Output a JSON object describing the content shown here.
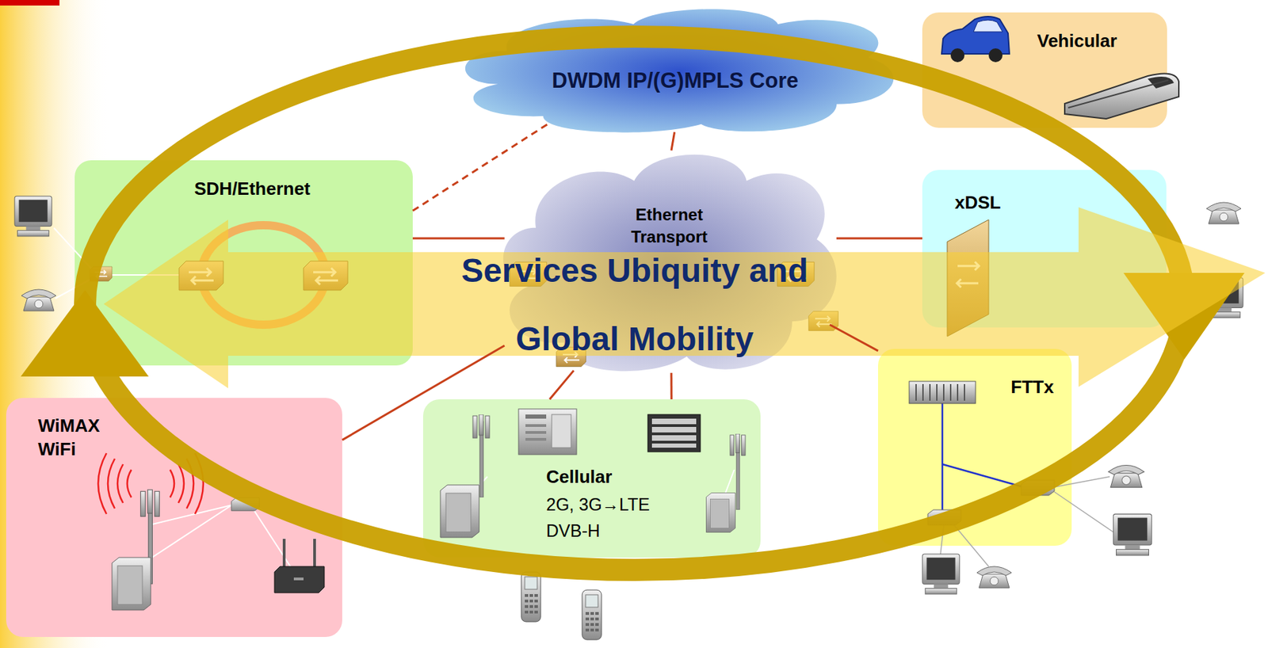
{
  "diagram": {
    "nodes": [
      {
        "text": [
          "DWDM IP/(G)MPLS Core"
        ]
      },
      {
        "text": [
          "Vehicular"
        ]
      },
      {
        "text": [
          "SDH/Ethernet"
        ]
      },
      {
        "text": [
          "Ethernet Transport"
        ]
      },
      {
        "text": [
          "xDSL"
        ]
      },
      {
        "text": [
          "WiMAX WiFi"
        ]
      },
      {
        "text": [
          "Cellular",
          "2G, 3G→LTE DVB-H"
        ]
      },
      {
        "text": [
          "FTTx"
        ]
      }
    ],
    "edges": [
      {
        "from": 0,
        "to": 3,
        "arrow": "none"
      },
      {
        "from": 2,
        "to": 0,
        "arrow": "none"
      },
      {
        "from": 2,
        "to": 3,
        "arrow": "none"
      },
      {
        "from": 3,
        "to": 4,
        "arrow": "none"
      },
      {
        "from": 3,
        "to": 7,
        "arrow": "none"
      },
      {
        "from": 5,
        "to": 3,
        "arrow": "none"
      },
      {
        "from": 3,
        "to": 6,
        "arrow": "none"
      },
      {
        "from": 3,
        "to": 6,
        "arrow": "none"
      }
    ],
    "labels": [
      "Services Ubiquity and Global Mobility"
    ]
  }
}
